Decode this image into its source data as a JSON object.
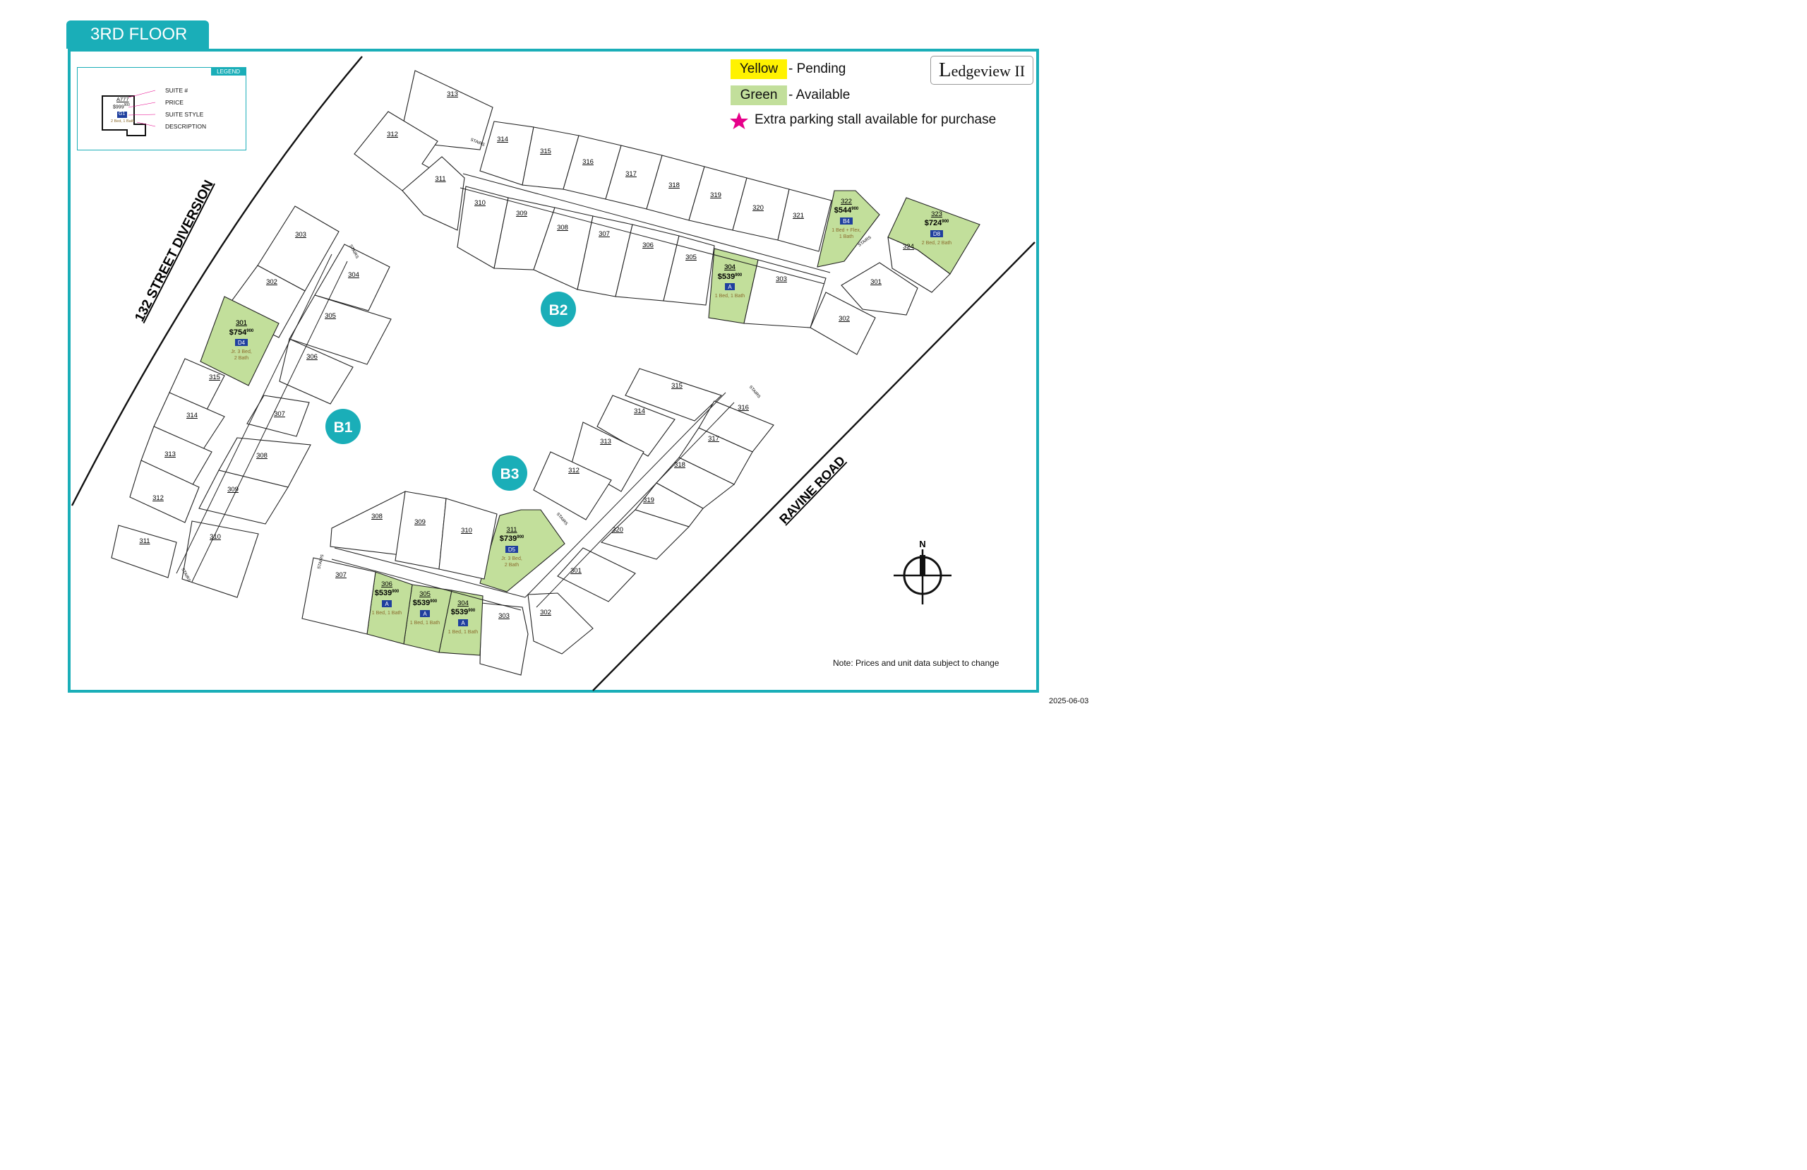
{
  "floor_title": "3RD FLOOR",
  "brand": {
    "initial": "L",
    "rest": "edgeview II"
  },
  "legend": {
    "tag": "LEGEND",
    "sample": {
      "suite": "A777",
      "price_main": "999",
      "price_cents": "900",
      "style": "G1",
      "description": "2 Bed, 1 Bath"
    },
    "labels": [
      "SUITE #",
      "PRICE",
      "SUITE STYLE",
      "DESCRIPTION"
    ]
  },
  "status_legend": [
    {
      "swatch": "Yellow",
      "text": "- Pending",
      "color": "#fff200"
    },
    {
      "swatch": "Green",
      "text": "- Available",
      "color": "#c2df9b"
    }
  ],
  "parking_note": "Extra parking stall available for purchase",
  "roads": [
    "132 STREET DIVERSION",
    "RAVINE ROAD"
  ],
  "buildings": [
    "B1",
    "B2",
    "B3"
  ],
  "stairs_label": "STAIRS",
  "compass_label": "N",
  "note": "Note: Prices and unit data subject to change",
  "date": "2025-06-03",
  "colors": {
    "accent": "#1aaeb8",
    "available": "#c2df9b",
    "pending": "#fff200",
    "style_badge": "#1f3f9e",
    "description": "#8b6b2d",
    "star": "#e6008a"
  },
  "building_units": {
    "B1": [
      "303",
      "302",
      "301",
      "304",
      "305",
      "306",
      "307",
      "308",
      "309",
      "310",
      "311",
      "312",
      "313",
      "314",
      "315"
    ],
    "B2": [
      "313",
      "312",
      "311",
      "310",
      "309",
      "308",
      "307",
      "306",
      "305",
      "304",
      "303",
      "302",
      "301",
      "314",
      "315",
      "316",
      "317",
      "318",
      "319",
      "320",
      "321",
      "322",
      "323",
      "324"
    ],
    "B3": [
      "315",
      "314",
      "313",
      "312",
      "311",
      "316",
      "317",
      "318",
      "319",
      "320",
      "301",
      "302",
      "303",
      "304",
      "305",
      "306",
      "307",
      "308",
      "309",
      "310"
    ]
  },
  "available_suites": [
    {
      "building": "B1",
      "suite": "301",
      "price_main": "754",
      "price_cents": "900",
      "style": "D4",
      "desc": [
        "Jr. 3 Bed,",
        "2 Bath"
      ]
    },
    {
      "building": "B2",
      "suite": "304",
      "price_main": "539",
      "price_cents": "900",
      "style": "A",
      "desc": [
        "1 Bed, 1 Bath"
      ]
    },
    {
      "building": "B2",
      "suite": "322",
      "price_main": "544",
      "price_cents": "900",
      "style": "B4",
      "desc": [
        "1 Bed + Flex,",
        "1 Bath"
      ]
    },
    {
      "building": "B2",
      "suite": "323",
      "price_main": "724",
      "price_cents": "900",
      "style": "D8",
      "desc": [
        "2 Bed, 2 Bath"
      ]
    },
    {
      "building": "B3",
      "suite": "311",
      "price_main": "739",
      "price_cents": "900",
      "style": "D5",
      "desc": [
        "Jr. 3 Bed,",
        "2 Bath"
      ]
    },
    {
      "building": "B3",
      "suite": "306",
      "price_main": "539",
      "price_cents": "900",
      "style": "A",
      "desc": [
        "1 Bed, 1 Bath"
      ]
    },
    {
      "building": "B3",
      "suite": "305",
      "price_main": "539",
      "price_cents": "900",
      "style": "A",
      "desc": [
        "1 Bed, 1 Bath"
      ]
    },
    {
      "building": "B3",
      "suite": "304",
      "price_main": "539",
      "price_cents": "900",
      "style": "A",
      "desc": [
        "1 Bed, 1 Bath"
      ]
    }
  ]
}
